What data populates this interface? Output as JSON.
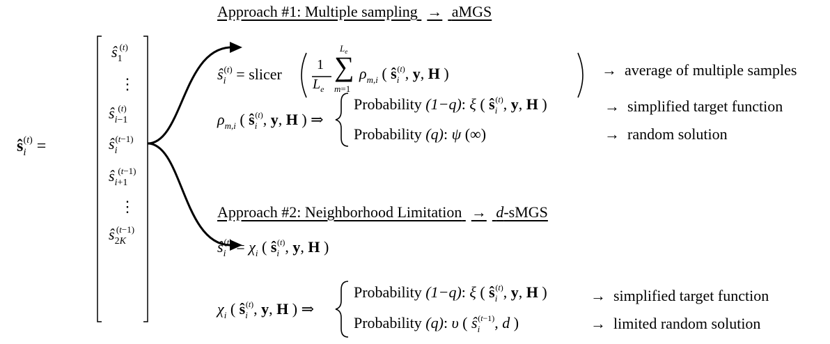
{
  "approach1": {
    "header": "Approach #1: Multiple sampling",
    "arrow": "→",
    "result": "aMGS",
    "eq_slicer": "slicer",
    "eq1_note": "average of multiple samples",
    "case1_label": "Probability",
    "case1_prob": "(1−q)",
    "case1_note": "simplified target function",
    "case2_label": "Probability",
    "case2_prob": "(q)",
    "case2_note": "random solution"
  },
  "approach2": {
    "header": "Approach #2: Neighborhood Limitation",
    "arrow": "→",
    "result_var": "d",
    "result": "-sMGS",
    "case1_label": "Probability",
    "case1_prob": "(1−q)",
    "case1_note": "simplified target function",
    "case2_label": "Probability",
    "case2_prob": "(q)",
    "case2_note": "limited random solution"
  },
  "vector": {
    "entries": [
      "ŝ₁⁽ᵗ⁾",
      "⋮",
      "ŝᵢ₋₁⁽ᵗ⁾",
      "ŝᵢ⁽ᵗ⁻¹⁾",
      "ŝᵢ₊₁⁽ᵗ⁻¹⁾",
      "⋮",
      "ŝ₂K⁽ᵗ⁻¹⁾"
    ]
  }
}
